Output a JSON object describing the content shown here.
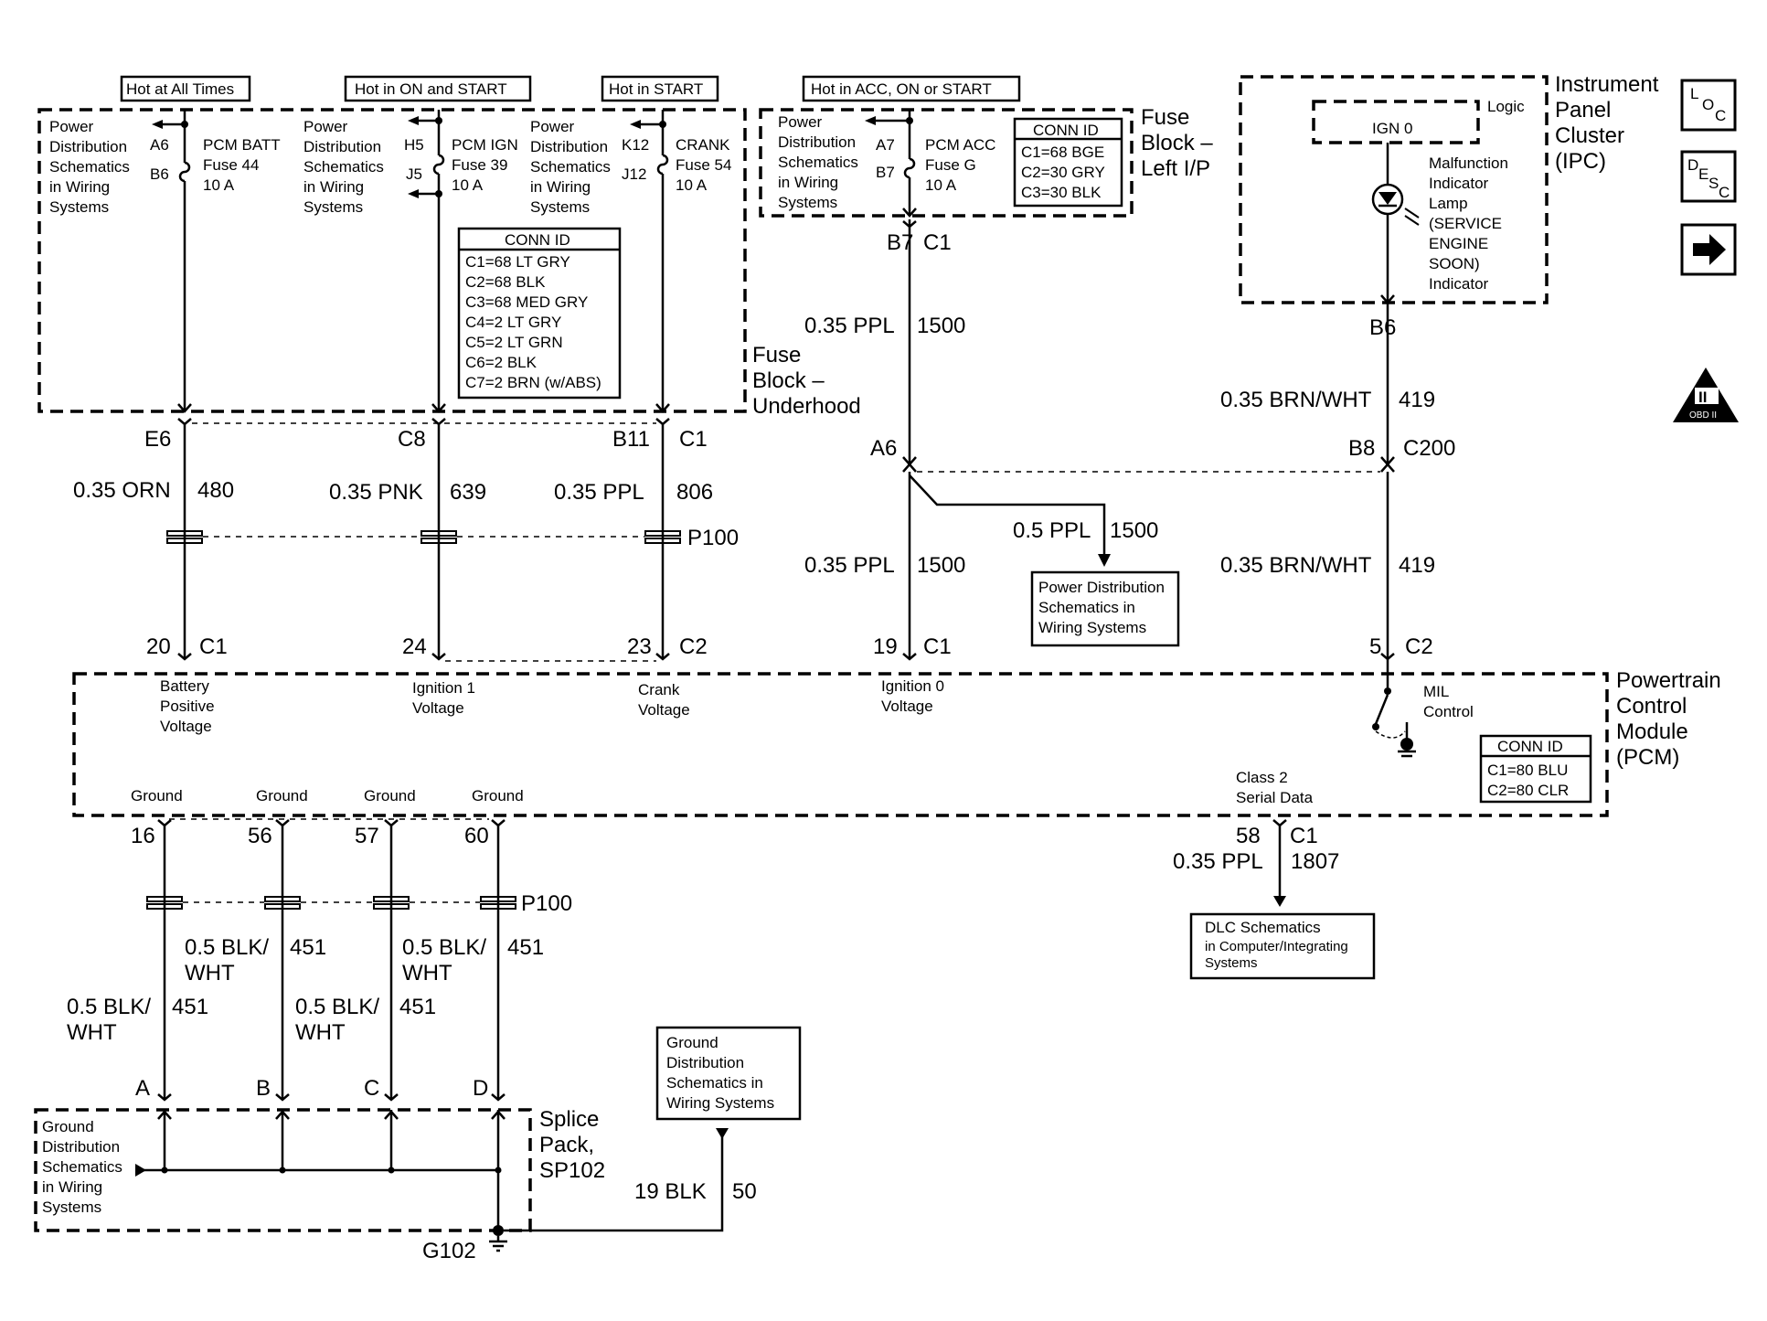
{
  "header_labels": {
    "hot_all": "Hot at All Times",
    "hot_on_start": "Hot in ON and START",
    "hot_start": "Hot in START",
    "hot_acc": "Hot in ACC, ON or START"
  },
  "power_dist_text": [
    "Power",
    "Distribution",
    "Schematics",
    "in Wiring",
    "Systems"
  ],
  "fuses": {
    "batt": {
      "name": "PCM BATT",
      "fuse": "Fuse 44",
      "amp": "10 A",
      "pin_top": "A6",
      "pin_bot": "B6"
    },
    "ign": {
      "name": "PCM IGN",
      "fuse": "Fuse 39",
      "amp": "10 A",
      "pin_top": "H5",
      "pin_bot": "J5"
    },
    "crank": {
      "name": "CRANK",
      "fuse": "Fuse 54",
      "amp": "10 A",
      "pin_top": "K12",
      "pin_bot": "J12"
    },
    "acc": {
      "name": "PCM ACC",
      "fuse": "Fuse G",
      "amp": "10 A",
      "pin_top": "A7",
      "pin_bot": "B7"
    }
  },
  "conn_id_underhood": {
    "title": "CONN ID",
    "rows": [
      "C1=68 LT GRY",
      "C2=68 BLK",
      "C3=68 MED GRY",
      "C4=2 LT GRY",
      "C5=2 LT GRN",
      "C6=2 BLK",
      "C7=2 BRN (w/ABS)"
    ]
  },
  "conn_id_left_ip": {
    "title": "CONN ID",
    "rows": [
      "C1=68 BGE",
      "C2=30 GRY",
      "C3=30 BLK"
    ]
  },
  "conn_id_pcm": {
    "title": "CONN ID",
    "rows": [
      "C1=80 BLU",
      "C2=80 CLR"
    ]
  },
  "labels": {
    "fuse_block_underhood": [
      "Fuse",
      "Block –",
      "Underhood"
    ],
    "fuse_block_left": [
      "Fuse",
      "Block –",
      "Left I/P"
    ],
    "ipc": [
      "Instrument",
      "Panel",
      "Cluster",
      "(IPC)"
    ],
    "pcm": [
      "Powertrain",
      "Control",
      "Module",
      "(PCM)"
    ],
    "splice": [
      "Splice",
      "Pack,",
      "SP102"
    ],
    "logic": "Logic",
    "ign0": "IGN 0",
    "mil_lamp": [
      "Malfunction",
      "Indicator",
      "Lamp",
      "(SERVICE",
      "ENGINE",
      "SOON)",
      "Indicator"
    ],
    "mil_control": [
      "MIL",
      "Control"
    ],
    "class2": [
      "Class 2",
      "Serial Data"
    ],
    "g102": "G102",
    "p100": "P100"
  },
  "connectors": {
    "e6": "E6",
    "c8": "C8",
    "b11": "B11",
    "c1": "C1",
    "b7": "B7",
    "a6": "A6",
    "b6": "B6",
    "b8": "B8",
    "c200": "C200",
    "pin20": "20",
    "pin24": "24",
    "pin23": "23",
    "pin19": "19",
    "pin5": "5",
    "c2": "C2",
    "pin16": "16",
    "pin56": "56",
    "pin57": "57",
    "pin60": "60",
    "pin58": "58",
    "a": "A",
    "b": "B",
    "c": "C",
    "d": "D"
  },
  "wires": {
    "orn": {
      "gauge": "0.35 ORN",
      "circuit": "480"
    },
    "pnk": {
      "gauge": "0.35 PNK",
      "circuit": "639"
    },
    "ppl806": {
      "gauge": "0.35 PPL",
      "circuit": "806"
    },
    "ppl1500": {
      "gauge": "0.35 PPL",
      "circuit": "1500"
    },
    "ppl1500b": {
      "gauge": "0.5 PPL",
      "circuit": "1500"
    },
    "brnwht": {
      "gauge": "0.35 BRN/WHT",
      "circuit": "419"
    },
    "ppl1807": {
      "gauge": "0.35 PPL",
      "circuit": "1807"
    },
    "blkwht_a": [
      "0.5 BLK/",
      "WHT"
    ],
    "blk_circuit": "451",
    "blk19": {
      "gauge": "19 BLK",
      "circuit": "50"
    }
  },
  "pcm_inputs": {
    "battery": [
      "Battery",
      "Positive",
      "Voltage"
    ],
    "ign1": [
      "Ignition 1",
      "Voltage"
    ],
    "crank": [
      "Crank",
      "Voltage"
    ],
    "ign0": [
      "Ignition 0",
      "Voltage"
    ]
  },
  "ground_label": "Ground",
  "ref_boxes": {
    "pwr_dist": [
      "Power Distribution",
      "Schematics in",
      "Wiring Systems"
    ],
    "dlc": [
      "DLC Schematics",
      "in Computer/Integrating",
      "Systems"
    ],
    "ground_dist_a": [
      "Ground",
      "Distribution",
      "Schematics in",
      "Wiring Systems"
    ],
    "ground_dist_b": [
      "Ground",
      "Distribution",
      "Schematics",
      "in Wiring",
      "Systems"
    ]
  },
  "nav_icons": {
    "loc": [
      "L",
      "O",
      "C"
    ],
    "desc": [
      "D",
      "E",
      "S",
      "C"
    ],
    "obd": "OBD II",
    "obd_num": "II"
  }
}
